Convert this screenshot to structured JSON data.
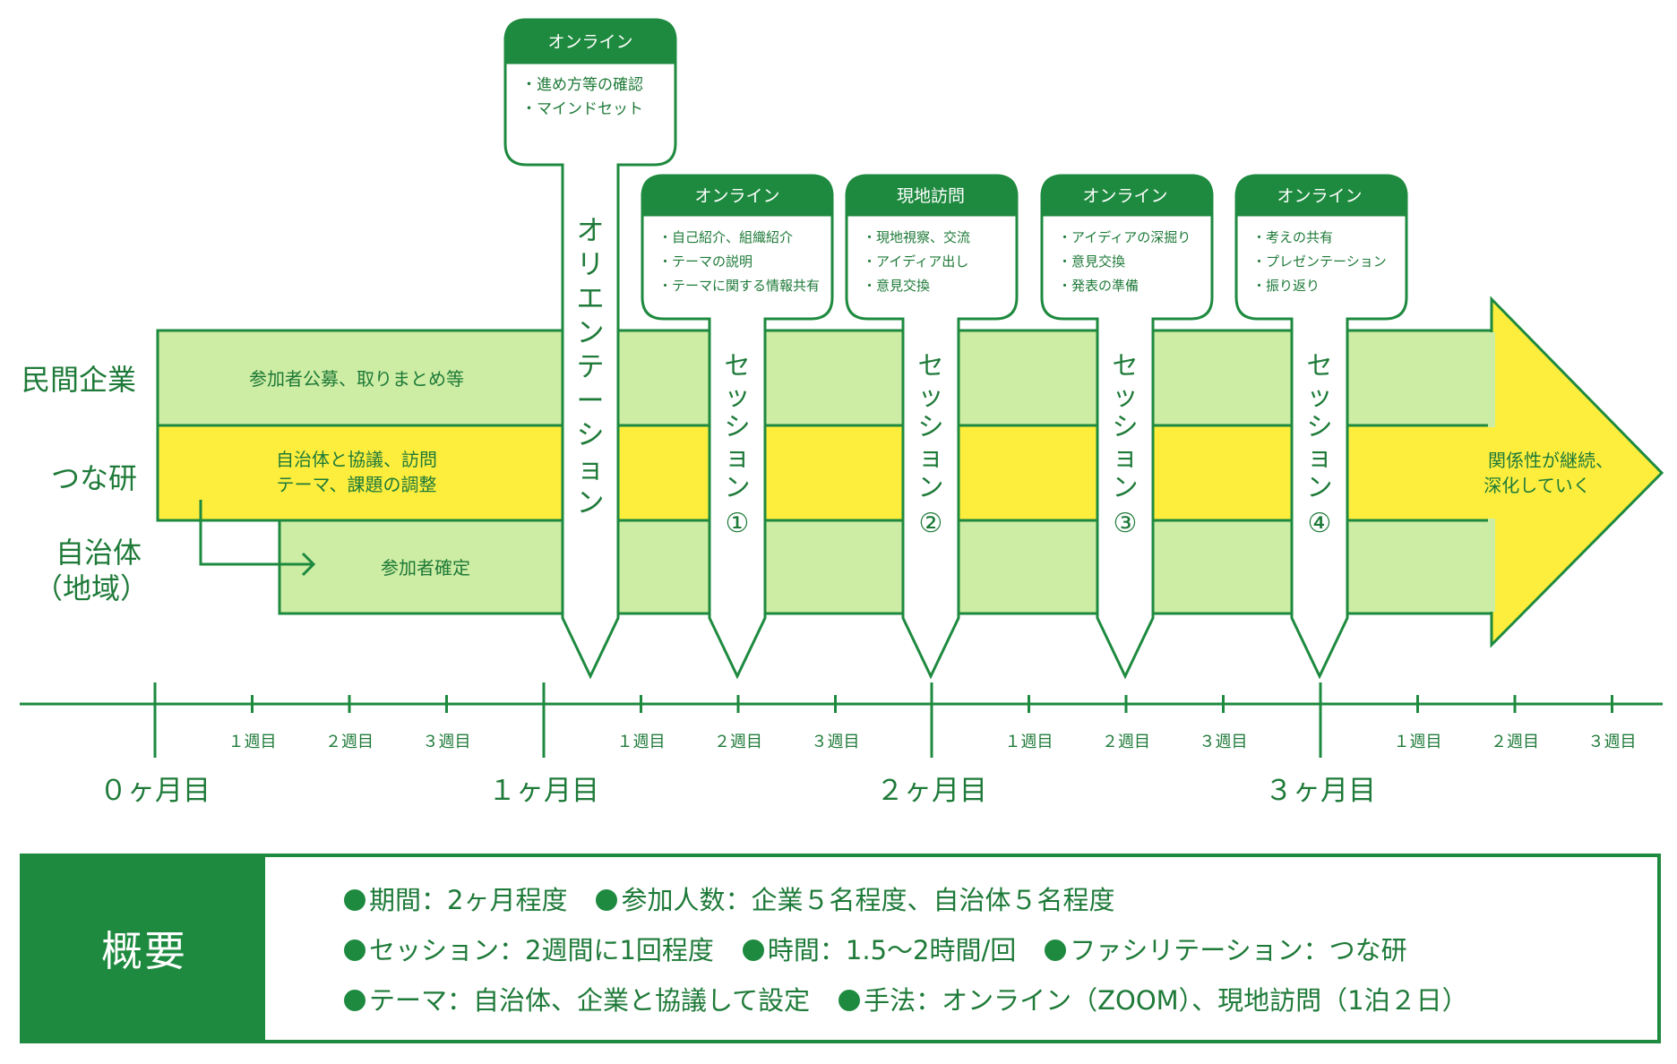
{
  "rows": [
    {
      "label": "民間企業",
      "task": "参加者公募、取りまとめ等"
    },
    {
      "label": "つな研",
      "task_lines": [
        "自治体と協議、訪問",
        "テーマ、課題の調整"
      ]
    },
    {
      "label_lines": [
        "自治体",
        "（地域）"
      ],
      "task": "参加者確定"
    }
  ],
  "arrow_text": [
    "関係性が継続、",
    "深化していく"
  ],
  "orientation": {
    "mode": "オンライン",
    "items": [
      "・進め方等の確認",
      "・マインドセット"
    ],
    "vertical_label": "オリエンテーション"
  },
  "sessions": [
    {
      "mode": "オンライン",
      "items": [
        "・自己紹介、組織紹介",
        "・テーマの説明",
        "・テーマに関する情報共有"
      ],
      "vertical_label": "セッション",
      "number": "①"
    },
    {
      "mode": "現地訪問",
      "items": [
        "・現地視察、交流",
        "・アイディア出し",
        "・意見交換"
      ],
      "vertical_label": "セッション",
      "number": "②"
    },
    {
      "mode": "オンライン",
      "items": [
        "・アイディアの深掘り",
        "・意見交換",
        "・発表の準備"
      ],
      "vertical_label": "セッション",
      "number": "③"
    },
    {
      "mode": "オンライン",
      "items": [
        "・考えの共有",
        "・プレゼンテーション",
        "・振り返り"
      ],
      "vertical_label": "セッション",
      "number": "④"
    }
  ],
  "timeline": {
    "months": [
      "０ヶ月目",
      "１ヶ月目",
      "２ヶ月目",
      "３ヶ月目"
    ],
    "weeks": [
      "１週目",
      "２週目",
      "３週目"
    ]
  },
  "overview": {
    "label": "概要",
    "lines": [
      [
        "期間：2ヶ月程度",
        "参加人数：企業５名程度、自治体５名程度"
      ],
      [
        "セッション：2週間に1回程度",
        "時間：1.5〜2時間/回",
        "ファシリテーション：つな研"
      ],
      [
        "テーマ：自治体、企業と協議して設定",
        "手法：オンライン（ZOOM）、現地訪問（1泊２日）"
      ]
    ]
  },
  "colors": {
    "green": "#1e8a3f",
    "light_green": "#cdeca4",
    "yellow": "#fdee3d",
    "text_green": "#1e7a38"
  }
}
